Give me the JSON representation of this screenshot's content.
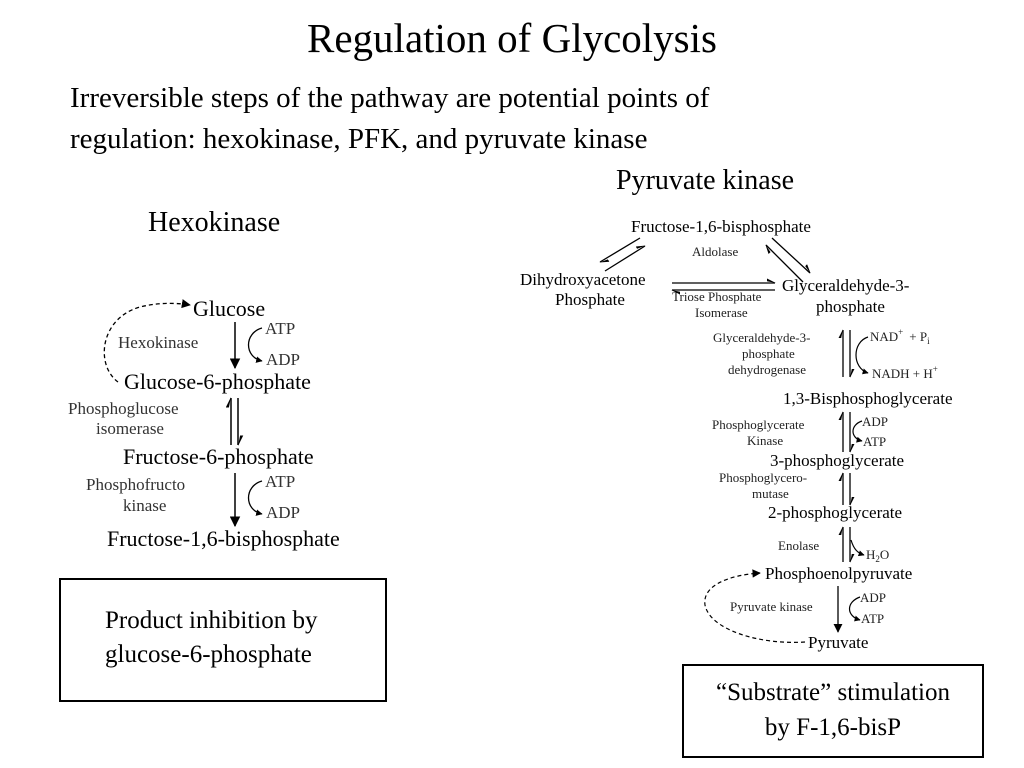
{
  "title": "Regulation of Glycolysis",
  "intro": {
    "line1": "Irreversible steps of the pathway are potential points of",
    "line2": "regulation:  hexokinase, PFK, and pyruvate kinase"
  },
  "hexokinase_section": {
    "heading": "Hexokinase",
    "nodes": {
      "glucose": "Glucose",
      "g6p": "Glucose-6-phosphate",
      "f6p": "Fructose-6-phosphate",
      "f16bp": "Fructose-1,6-bisphosphate"
    },
    "enzymes": {
      "hexokinase": "Hexokinase",
      "pgi_line1": "Phosphoglucose",
      "pgi_line2": "isomerase",
      "pfk_line1": "Phosphofructo",
      "pfk_line2": "kinase"
    },
    "cofactors": {
      "atp1": "ATP",
      "adp1": "ADP",
      "atp2": "ATP",
      "adp2": "ADP"
    },
    "box_line1": "Product inhibition by",
    "box_line2": "glucose-6-phosphate"
  },
  "pyruvate_kinase_section": {
    "heading": "Pyruvate kinase",
    "nodes": {
      "f16bp": "Fructose-1,6-bisphosphate",
      "dhap_line1": "Dihydroxyacetone",
      "dhap_line2": "Phosphate",
      "gap_line1": "Glyceraldehyde-3-",
      "gap_line2": "phosphate",
      "bpg13": "1,3-Bisphosphoglycerate",
      "pg3": "3-phosphoglycerate",
      "pg2": "2-phosphoglycerate",
      "pep": "Phosphoenolpyruvate",
      "pyruvate": "Pyruvate"
    },
    "enzymes": {
      "aldolase": "Aldolase",
      "tpi_line1": "Triose Phosphate",
      "tpi_line2": "Isomerase",
      "gapdh_line1": "Glyceraldehyde-3-",
      "gapdh_line2": "phosphate",
      "gapdh_line3": "dehydrogenase",
      "pgk_line1": "Phosphoglycerate",
      "pgk_line2": "Kinase",
      "pgm_line1": "Phosphoglycero-",
      "pgm_line2": "mutase",
      "enolase": "Enolase",
      "pk": "Pyruvate kinase"
    },
    "cofactors": {
      "nad": "NAD",
      "nad_sup": "+",
      "pi": "+  P",
      "pi_sub": "i",
      "nadh": "NADH  +  H",
      "nadh_sup": "+",
      "adp1": "ADP",
      "atp1": "ATP",
      "h2o": "H",
      "h2o_sub": "2",
      "h2o_o": "O",
      "adp2": "ADP",
      "atp2": "ATP"
    },
    "box_line1": "“Substrate” stimulation",
    "box_line2": "by F-1,6-bisP"
  }
}
